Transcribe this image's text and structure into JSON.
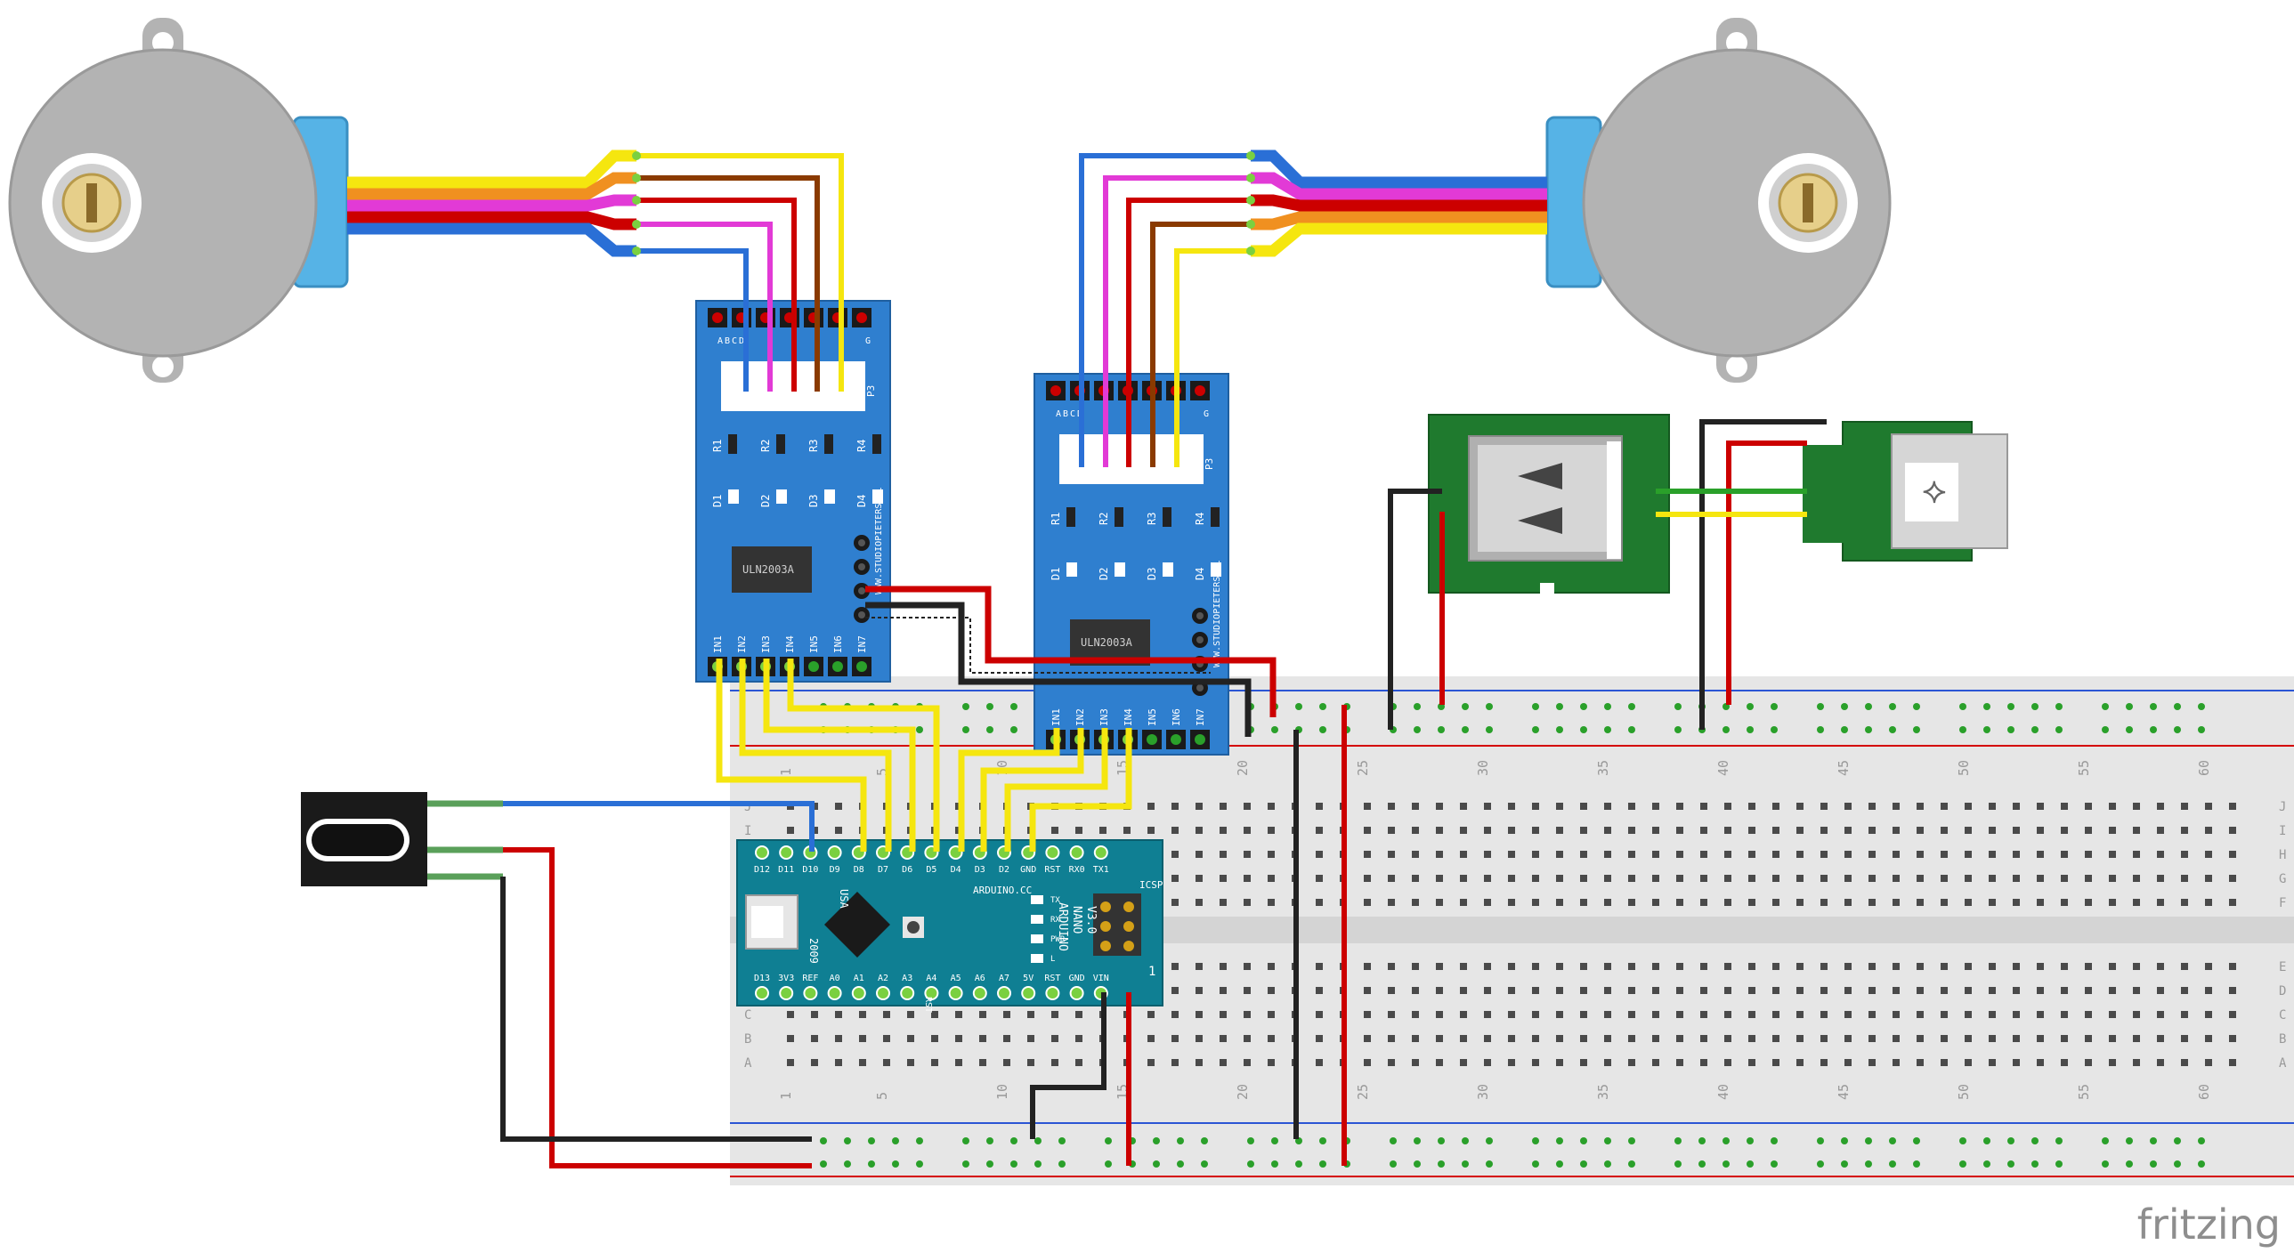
{
  "colors": {
    "breadboard": "#e6e6e6",
    "rail_red": "#d40000",
    "rail_blue": "#2b55d4",
    "motor_body": "#b3b3b3",
    "motor_cap": "#56b3e6",
    "driver_blue": "#2f7fcf",
    "nano_teal": "#0f7f93",
    "usb_green": "#1f7a2e",
    "wire_yellow": "#f5e60f",
    "wire_red": "#cc0000",
    "wire_black": "#222222",
    "wire_blue": "#2a6fd6",
    "wire_green": "#2aa02a",
    "wire_pink": "#e23ad6",
    "wire_brown": "#8a3a00",
    "wire_orange": "#f09020"
  },
  "driver_left": {
    "header_labels": [
      "A",
      "B",
      "C",
      "D",
      "G"
    ],
    "p_label": "P3",
    "resistors": [
      "R1",
      "R2",
      "R3",
      "R4"
    ],
    "leds": [
      "D1",
      "D2",
      "D3",
      "D4"
    ],
    "chip": "ULN2003A",
    "inputs": [
      "IN1",
      "IN2",
      "IN3",
      "IN4",
      "IN5",
      "IN6",
      "IN7"
    ],
    "side_label": "WWW.STUDIOPIETERS.NL"
  },
  "driver_right": {
    "header_labels": [
      "A",
      "B",
      "C",
      "D",
      "G"
    ],
    "p_label": "P3",
    "resistors": [
      "R1",
      "R2",
      "R3",
      "R4"
    ],
    "leds": [
      "D1",
      "D2",
      "D3",
      "D4"
    ],
    "chip": "ULN2003A",
    "inputs": [
      "IN1",
      "IN2",
      "IN3",
      "IN4",
      "IN5",
      "IN6",
      "IN7"
    ],
    "side_label": "WWW.STUDIOPIETERS.NL"
  },
  "nano": {
    "top_pins": [
      "D12",
      "D11",
      "D10",
      "D9",
      "D8",
      "D7",
      "D6",
      "D5",
      "D4",
      "D3",
      "D2",
      "GND",
      "RST",
      "RX0",
      "TX1"
    ],
    "bottom_pins": [
      "D13",
      "3V3",
      "REF",
      "A0",
      "A1",
      "A2",
      "A3",
      "A4",
      "A5",
      "A6",
      "A7",
      "5V",
      "RST",
      "GND",
      "VIN"
    ],
    "brand": "ARDUINO.CC",
    "model_lines": [
      "ARDUINO",
      "NANO",
      "V3.0"
    ],
    "icsp": "ICSP",
    "year": "2009",
    "country": "USA",
    "leds": [
      "TX",
      "RX",
      "PWR",
      "L"
    ],
    "rst": "RST",
    "one": "1"
  },
  "breadboard": {
    "column_numbers": [
      "1",
      "5",
      "10",
      "15",
      "20",
      "25",
      "30",
      "35",
      "40",
      "45",
      "50",
      "55",
      "60"
    ],
    "row_letters_top": [
      "J",
      "I",
      "H",
      "G",
      "F"
    ],
    "row_letters_bottom": [
      "E",
      "D",
      "C",
      "B",
      "A"
    ]
  },
  "watermark": "fritzing"
}
